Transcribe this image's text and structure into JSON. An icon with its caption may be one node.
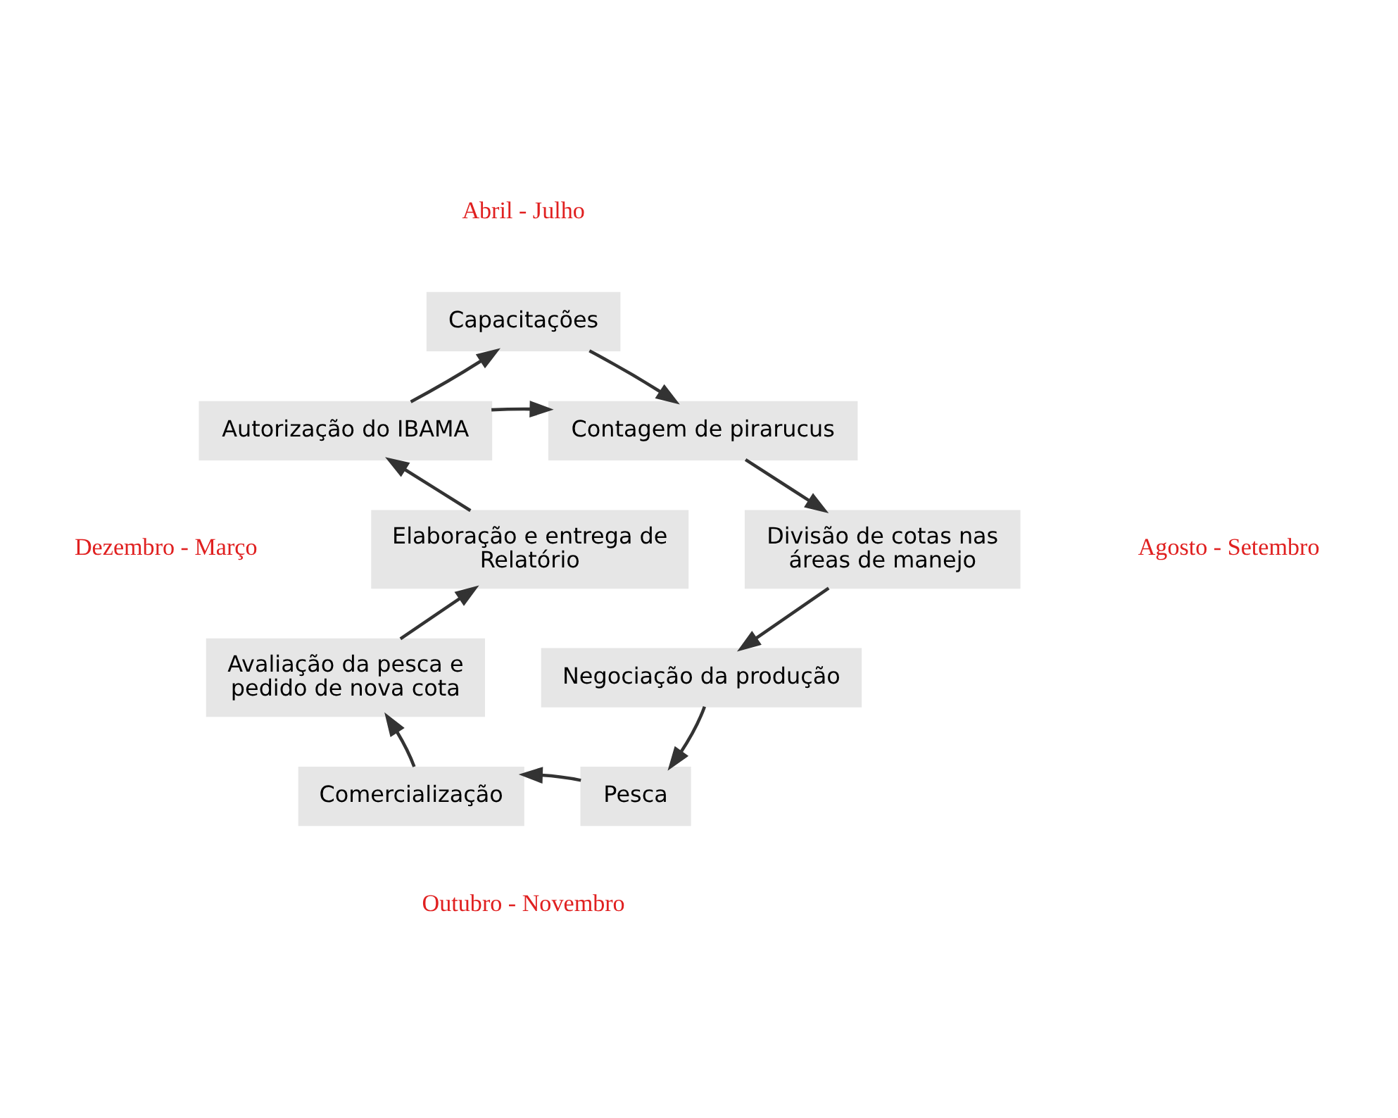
{
  "diagram": {
    "nodes": [
      {
        "text": [
          "Capacitações"
        ]
      },
      {
        "text": [
          "Autorização do IBAMA"
        ]
      },
      {
        "text": [
          "Contagem de pirarucus"
        ]
      },
      {
        "text": [
          "Elaboração e entrega de Relatório"
        ]
      },
      {
        "text": [
          "Divisão de cotas nas áreas de manejo"
        ]
      },
      {
        "text": [
          "Avaliação da pesca e pedido de nova cota"
        ]
      },
      {
        "text": [
          "Negociação da produção"
        ]
      },
      {
        "text": [
          "Comercialização"
        ]
      },
      {
        "text": [
          "Pesca"
        ]
      }
    ],
    "edges": [
      {
        "from": 1,
        "to": 0,
        "arrow": "to"
      },
      {
        "from": 0,
        "to": 2,
        "arrow": "to"
      },
      {
        "from": 1,
        "to": 2,
        "arrow": "to"
      },
      {
        "from": 2,
        "to": 4,
        "arrow": "to"
      },
      {
        "from": 4,
        "to": 6,
        "arrow": "to"
      },
      {
        "from": 6,
        "to": 8,
        "arrow": "to"
      },
      {
        "from": 8,
        "to": 7,
        "arrow": "to"
      },
      {
        "from": 7,
        "to": 5,
        "arrow": "to"
      },
      {
        "from": 5,
        "to": 3,
        "arrow": "to"
      },
      {
        "from": 3,
        "to": 1,
        "arrow": "to"
      }
    ],
    "labels": [
      "Abril - Julho",
      "Dezembro - Março",
      "Agosto - Setembro",
      "Outubro - Novembro"
    ]
  }
}
